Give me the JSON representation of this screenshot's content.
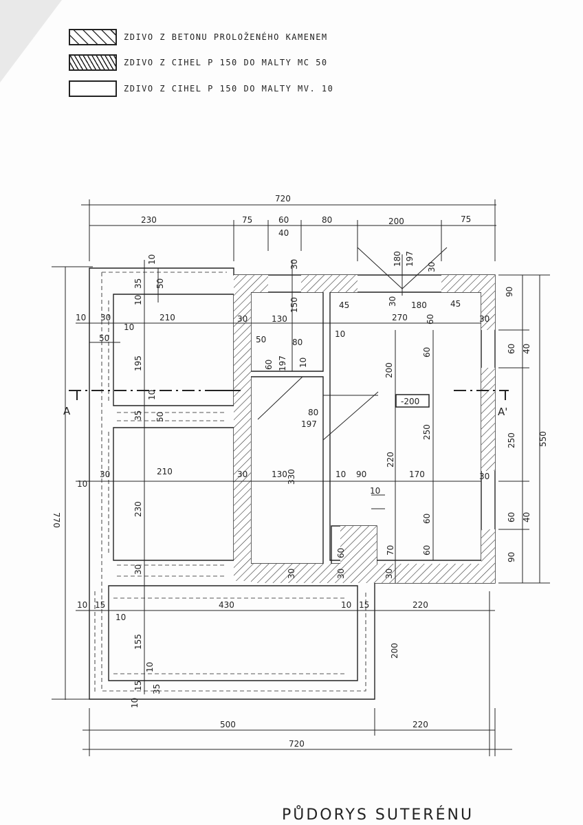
{
  "legend": [
    {
      "key": "stone",
      "label": "ZDIVO Z BETONU PROLOŽENÉHO KAMENEM"
    },
    {
      "key": "brick_mc",
      "label": "ZDIVO Z CIHEL P 150 DO MALTY MC 50"
    },
    {
      "key": "brick_mv",
      "label": "ZDIVO Z CIHEL P 150 DO MALTY MV. 10"
    }
  ],
  "section_marks": {
    "left": "A",
    "right": "A'"
  },
  "level_mark": "-200",
  "title": "PŮDORYS SUTERÉNU",
  "dims": {
    "top_total": "720",
    "top_230": "230",
    "top_75a": "75",
    "top_60": "60",
    "top_40": "40",
    "top_80": "80",
    "top_200": "200",
    "top_75b": "75",
    "bottom_500": "500",
    "bottom_220": "220",
    "bottom_total": "720",
    "left_total": "770",
    "right_90a": "90",
    "right_60a": "60",
    "right_40a": "40",
    "right_250": "250",
    "right_60b": "60",
    "right_40b": "40",
    "right_90b": "90",
    "right_total": "550",
    "r1_10": "10",
    "r1_30": "30",
    "r1_210": "210",
    "r1_30b": "30",
    "r1_130": "130",
    "r1_30c": "30",
    "r1_270": "270",
    "r1_30d": "30",
    "r2_30": "30",
    "r2_210": "210",
    "r2_30b": "30",
    "r2_130": "130",
    "r2_10": "10",
    "r2_90": "90",
    "r2_170": "170",
    "r2_30c": "30",
    "r2_10l": "10",
    "r3_10": "10",
    "r3_15": "15",
    "r3_430": "430",
    "r3_10b": "10",
    "r3_15b": "15",
    "r3_220": "220",
    "d_50": "50",
    "d_195": "195",
    "d_230": "230",
    "d_155": "155",
    "d_200a": "200",
    "d_200b": "200",
    "d_150": "150",
    "d_130": "130",
    "d_50b": "50",
    "d_80": "80",
    "d_60": "60",
    "d_197a": "197",
    "d_10": "10",
    "d_45a": "45",
    "d_30": "30",
    "d_180": "180",
    "d_45b": "45",
    "d_60c": "60",
    "d_80b": "80",
    "d_197b": "197",
    "d_330": "330",
    "d_220": "220",
    "d_250": "250",
    "d_60d": "60",
    "d_60e": "60",
    "d_70": "70",
    "d_60f": "60",
    "d_180t": "180",
    "d_197t": "197",
    "d_30t": "30",
    "d_30w": "30",
    "d_10b": "10",
    "d_35": "35",
    "d_50c": "50",
    "d_10c": "10",
    "d_35b": "35",
    "d_50d": "50",
    "d_10d": "10",
    "d_30e": "30",
    "d_30f": "30",
    "d_30g": "30",
    "d_30h": "30",
    "d_10e": "10",
    "d_15c": "15",
    "d_10f": "10",
    "d_35c": "35",
    "d_10g": "10",
    "d_10h": "10",
    "d_10i": "10",
    "d_60g": "60",
    "d_10j": "10"
  },
  "colors": {
    "ink": "#222222",
    "paper": "#fdfdfd"
  }
}
